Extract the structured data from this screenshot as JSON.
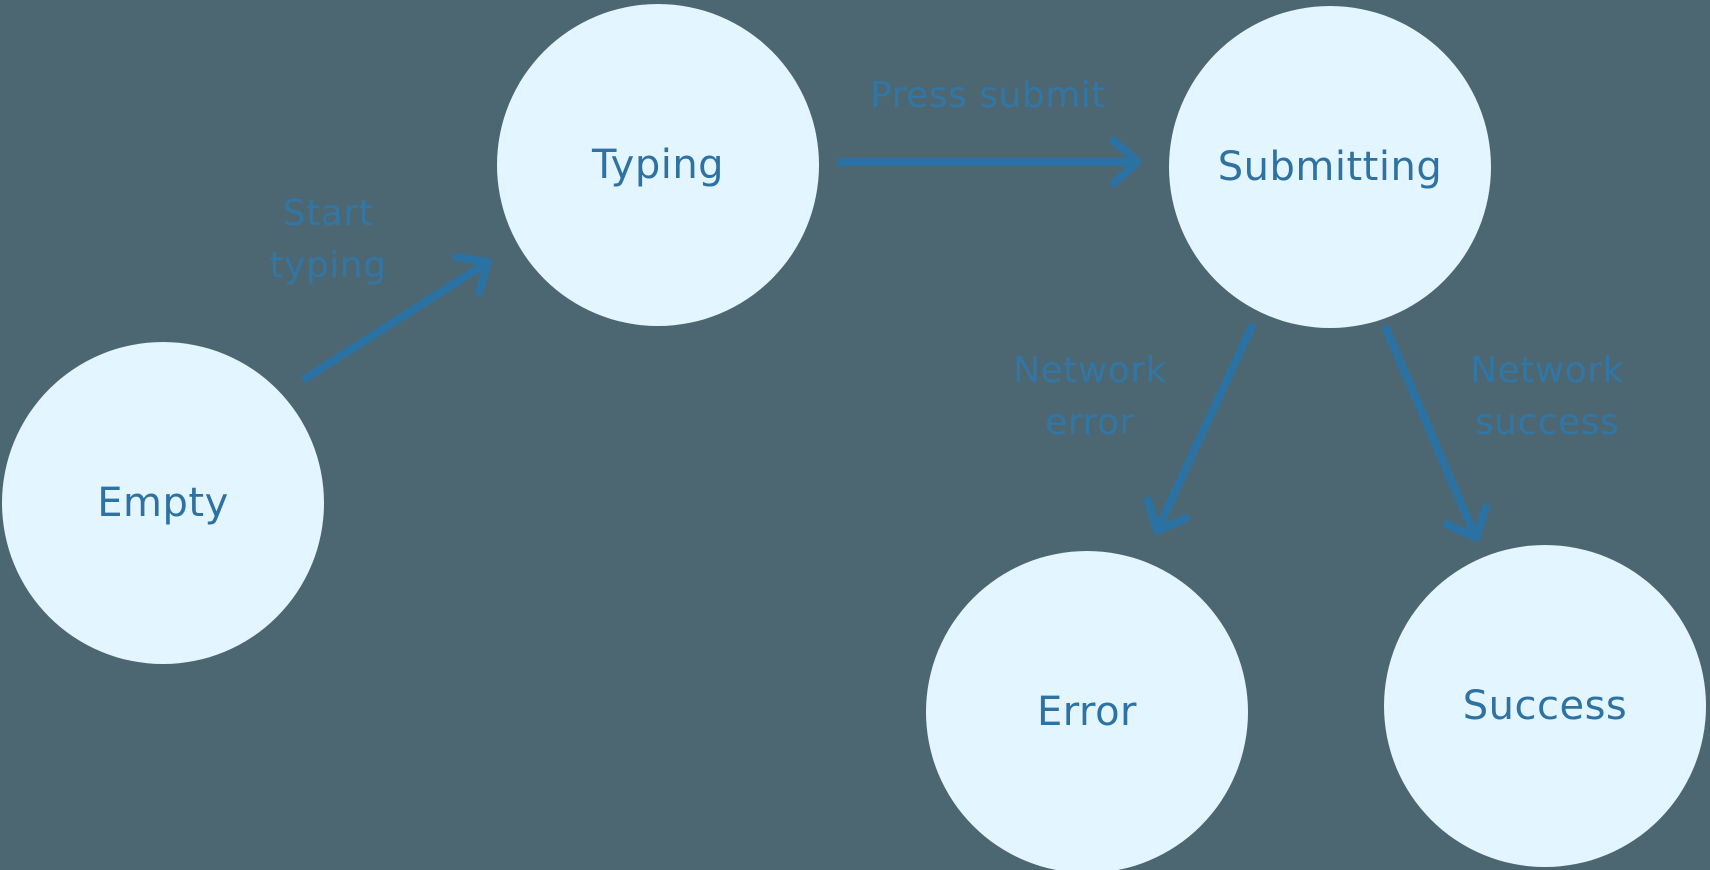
{
  "diagram": {
    "title": "form state machine diagram",
    "type": "state-diagram"
  },
  "colors": {
    "background": "#4C6771",
    "node_fill": "#E3F5FE",
    "node_text": "#2E72A3",
    "arrow": "#2B72A4",
    "edge_label": "#2E79AD"
  },
  "nodes": [
    {
      "id": "empty",
      "label": "Empty"
    },
    {
      "id": "typing",
      "label": "Typing"
    },
    {
      "id": "submitting",
      "label": "Submitting"
    },
    {
      "id": "error",
      "label": "Error"
    },
    {
      "id": "success",
      "label": "Success"
    }
  ],
  "edges": [
    {
      "id": "empty-typing",
      "from": "Empty",
      "to": "Typing",
      "label": "Start typing"
    },
    {
      "id": "typing-submitting",
      "from": "Typing",
      "to": "Submitting",
      "label": "Press submit"
    },
    {
      "id": "submitting-error",
      "from": "Submitting",
      "to": "Error",
      "label": "Network error"
    },
    {
      "id": "submitting-success",
      "from": "Submitting",
      "to": "Success",
      "label": "Network success"
    }
  ]
}
